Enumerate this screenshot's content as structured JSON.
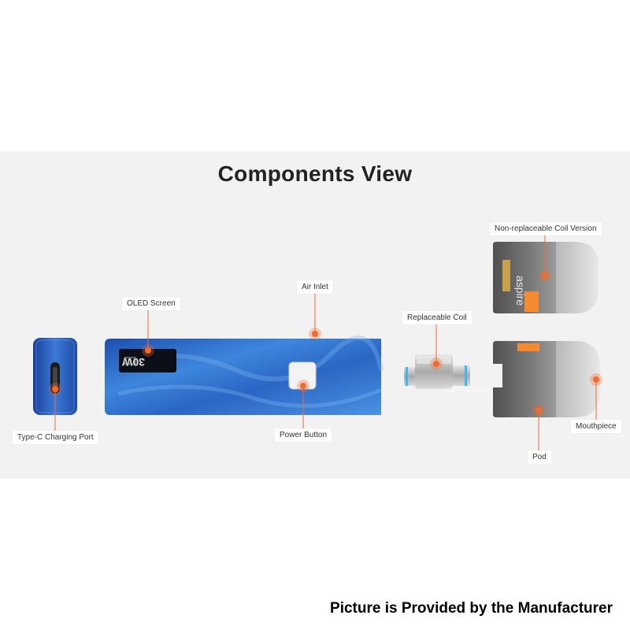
{
  "title": "Components View",
  "callouts": {
    "oled_screen": "OLED Screen",
    "air_inlet": "Air Inlet",
    "replaceable_coil": "Replaceable Coil",
    "non_replaceable_coil_version": "Non-replaceable Coil Version",
    "type_c_charging_port": "Type-C Charging Port",
    "power_button": "Power Button",
    "pod": "Pod",
    "mouthpiece": "Mouthpiece"
  },
  "device": {
    "screen_wattage": "30W",
    "pod_brand": "aspire"
  },
  "watermark": "VAPE.COM",
  "footer": "Picture is Provided by the Manufacturer",
  "colors": {
    "accent_orange": "#f26a2e",
    "device_blue": "#2f6ec9",
    "panel_background": "#f2f2f2"
  }
}
